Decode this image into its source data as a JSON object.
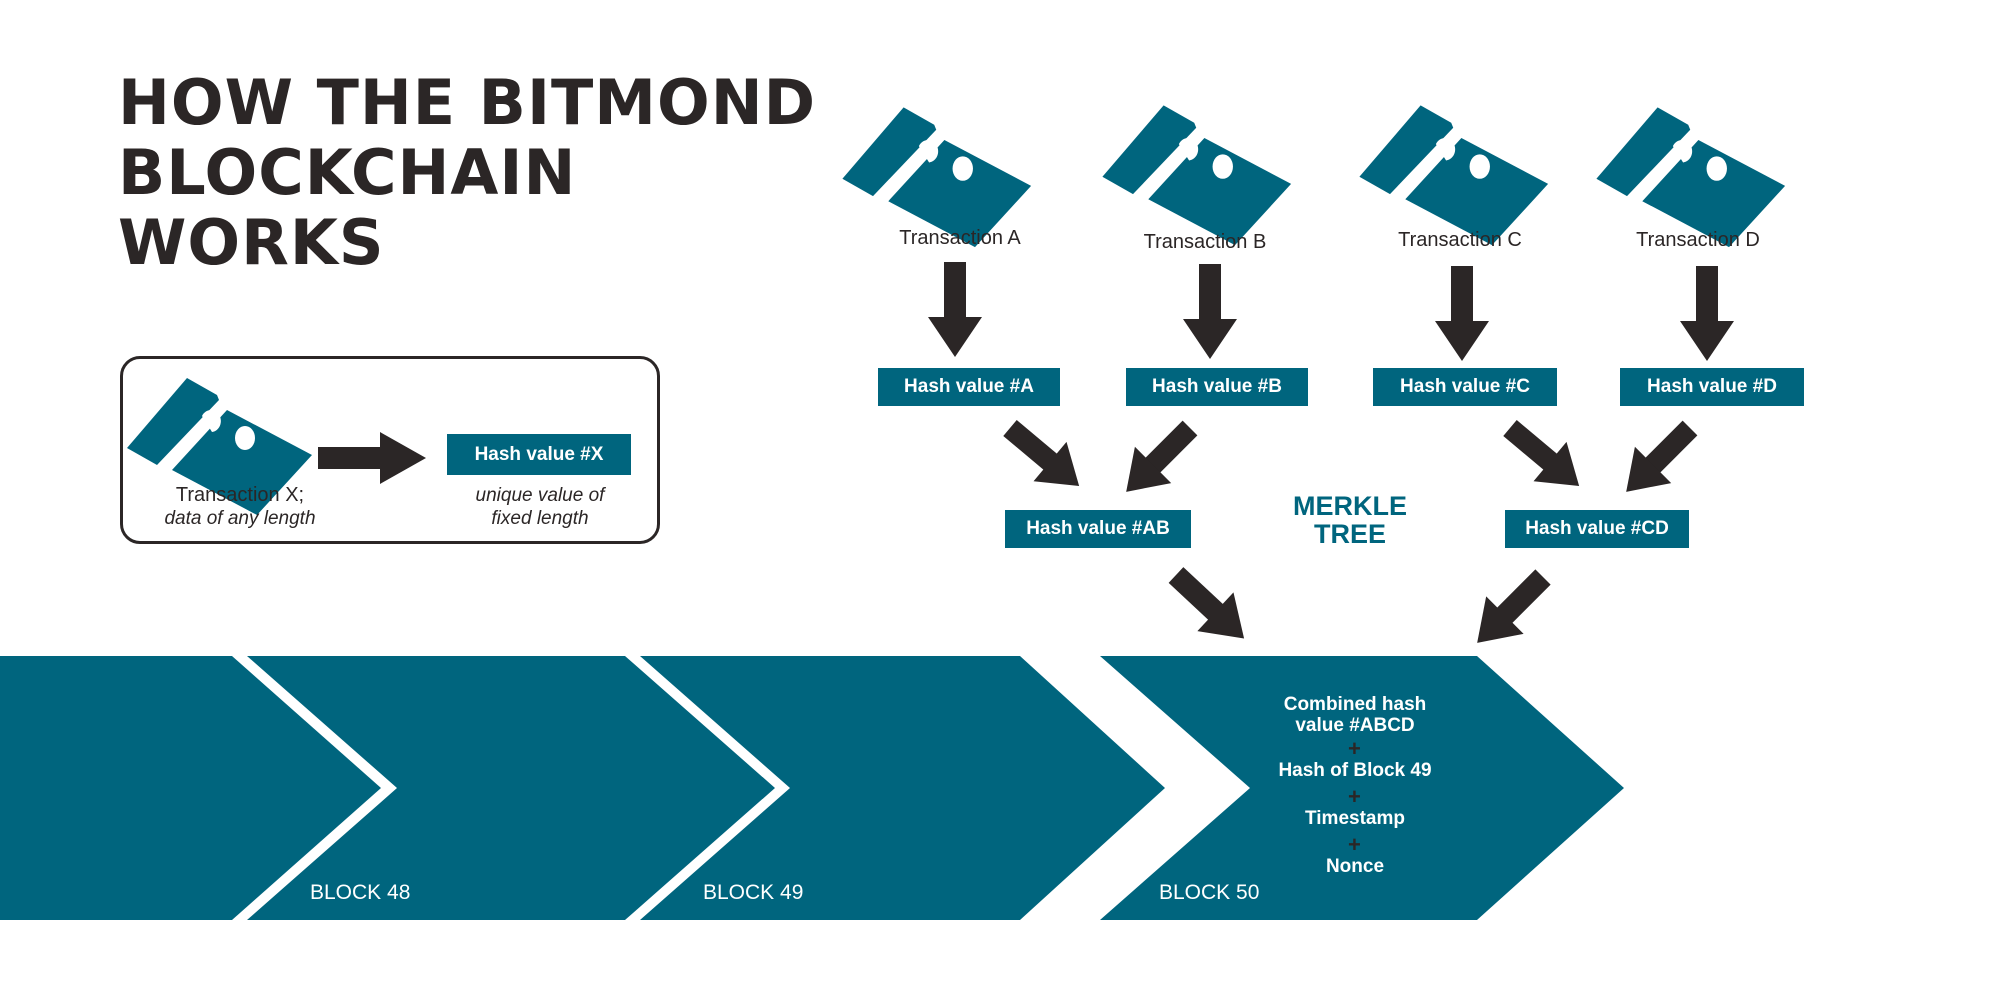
{
  "title": [
    "HOW THE BITMOND",
    "BLOCKCHAIN",
    "WORKS"
  ],
  "legend": {
    "transaction_line1": "Transaction X;",
    "transaction_line2": "data of any length",
    "hash_label": "Hash value #X",
    "hash_desc_line1": "unique value of",
    "hash_desc_line2": "fixed length"
  },
  "transactions": [
    "Transaction A",
    "Transaction B",
    "Transaction C",
    "Transaction D"
  ],
  "hashes": [
    "Hash value #A",
    "Hash value #B",
    "Hash value #C",
    "Hash value #D"
  ],
  "merged_hashes": [
    "Hash value #AB",
    "Hash value #CD"
  ],
  "merkle_label": [
    "MERKLE",
    "TREE"
  ],
  "blocks": [
    "BLOCK 48",
    "BLOCK 49",
    "BLOCK 50"
  ],
  "block50_contents": {
    "combined_line1": "Combined hash",
    "combined_line2": "value #ABCD",
    "hash_prev": "Hash of Block 49",
    "timestamp": "Timestamp",
    "nonce": "Nonce",
    "plus": "+"
  },
  "colors": {
    "teal": "#00657e",
    "dark": "#2b2626",
    "background": "#ffffff"
  },
  "icons": {
    "transaction": "document-card-icon",
    "arrow": "arrow-icon"
  }
}
